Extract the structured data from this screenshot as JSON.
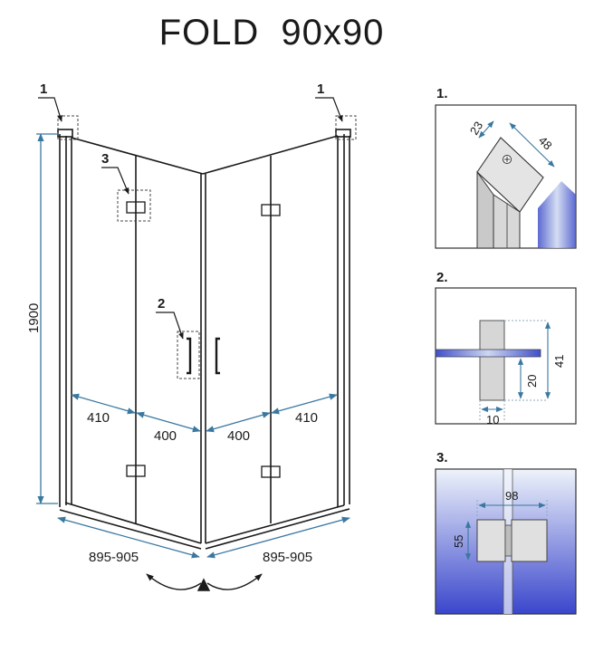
{
  "title": "FOLD  90x90",
  "main": {
    "height_label": "1900",
    "panel_widths": [
      "410",
      "400",
      "400",
      "410"
    ],
    "base_left": "895-905",
    "base_right": "895-905",
    "callouts": [
      "1",
      "1",
      "2",
      "3"
    ]
  },
  "details": [
    {
      "label": "1.",
      "dims": [
        "23",
        "48"
      ]
    },
    {
      "label": "2.",
      "dims": [
        "41",
        "20",
        "10"
      ]
    },
    {
      "label": "3.",
      "dims": [
        "98",
        "55"
      ]
    }
  ],
  "colors": {
    "line": "#1a1a1a",
    "dimension": "#3a78a0",
    "glass_top": "#eef3fa",
    "glass_bottom": "#3a46cc",
    "panel_gray": "#cfcfcf"
  }
}
